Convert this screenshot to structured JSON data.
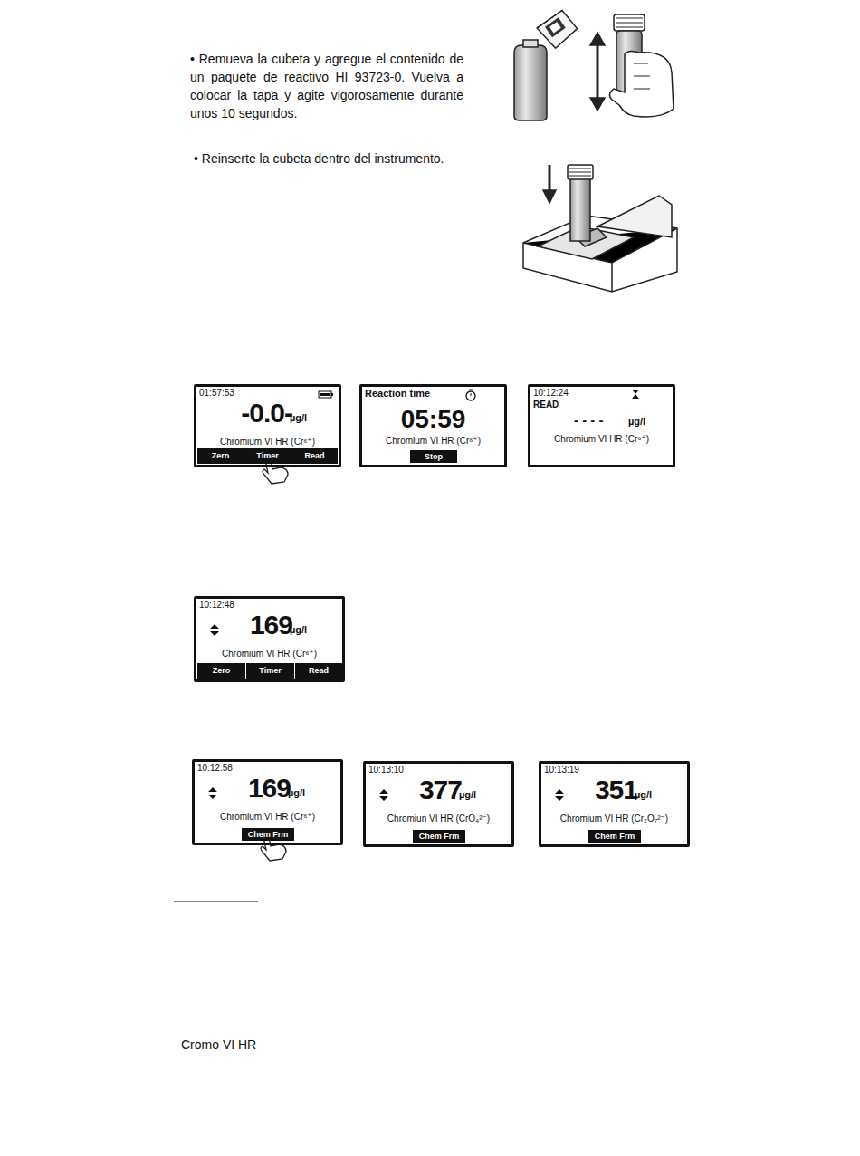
{
  "diagram": {
    "nodes": [
      {
        "text": [
          "01:57:53",
          "-0.0-",
          "µg/l",
          "Chromium VI HR (Cr⁶⁺)"
        ]
      },
      {
        "text": [
          "Zero"
        ],
        "in": 0
      },
      {
        "text": [
          "Timer"
        ],
        "in": 0
      },
      {
        "text": [
          "Read"
        ],
        "in": 0
      },
      {
        "text": [
          "Reaction time",
          "05:59",
          "Chromium VI HR (Cr⁶⁺)"
        ]
      },
      {
        "text": [
          "Stop"
        ],
        "in": 4
      },
      {
        "text": [
          "10:12:24",
          "READ",
          "- - - -",
          "µg/l",
          "Chromium VI HR (Cr⁶⁺)"
        ]
      },
      {
        "text": [
          "10:12:48",
          "169",
          "µg/l",
          "Chromium VI HR (Cr⁶⁺)"
        ]
      },
      {
        "text": [
          "Zero"
        ],
        "in": 7
      },
      {
        "text": [
          "Timer"
        ],
        "in": 7
      },
      {
        "text": [
          "Read"
        ],
        "in": 7
      },
      {
        "text": [
          "10:12:58",
          "169",
          "µg/l",
          "Chromium VI HR (Cr⁶⁺)"
        ]
      },
      {
        "text": [
          "Chem Frm"
        ],
        "in": 11
      },
      {
        "text": [
          "10:13:10",
          "377",
          "µg/l",
          "Chromiun VI HR (CrO₄²⁻)"
        ]
      },
      {
        "text": [
          "Chem Frm"
        ],
        "in": 13
      },
      {
        "text": [
          "10:13:19",
          "351",
          "µg/l",
          "Chromium VI HR (Cr₂O₇²⁻)"
        ]
      },
      {
        "text": [
          "Chem Frm"
        ],
        "in": 15
      }
    ],
    "labels": [
      "• Remueva la cubeta y agregue el contenido de un paquete de reactivo HI 93723-0. Vuelva a colocar la tapa y agite vigorosamente durante unos 10 segundos.",
      "• Reinserte la cubeta dentro del instrumento.",
      "Cromo VI HR"
    ]
  }
}
